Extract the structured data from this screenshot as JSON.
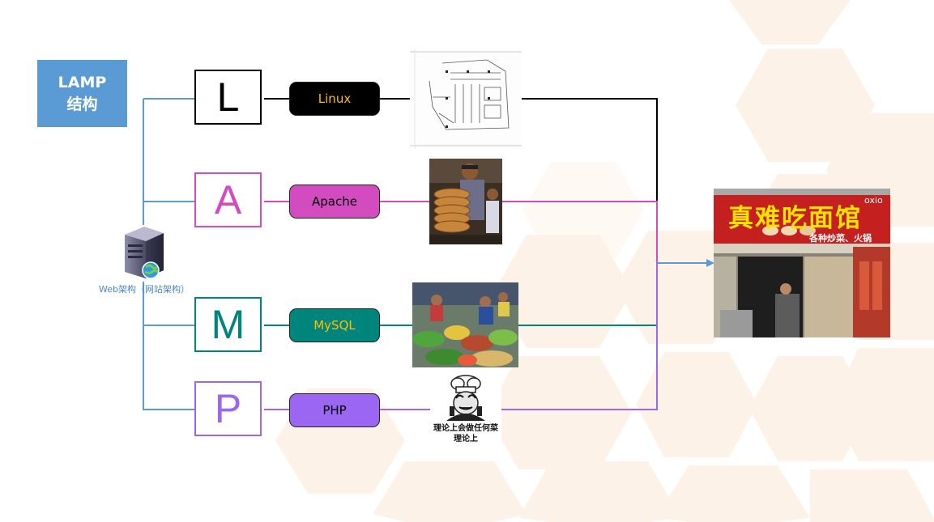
{
  "title": {
    "line1": "LAMP",
    "line2": "结构"
  },
  "server": {
    "caption": "Web架构（网站架构）",
    "icon": "server-globe-icon"
  },
  "rows": [
    {
      "letter": "L",
      "name": "Linux",
      "letter_color": "#000000",
      "pill_bg": "#000000",
      "pill_text_color": "#ffc000",
      "line_color": "#000000",
      "image": "floor-plan-blueprint"
    },
    {
      "letter": "A",
      "name": "Apache",
      "letter_color": "#d24cc0",
      "pill_bg": "#d24cc0",
      "pill_text_color": "#000000",
      "line_color": "#d24cc0",
      "image": "vendor-stacking-flatbread"
    },
    {
      "letter": "M",
      "name": "MySQL",
      "letter_color": "#00857d",
      "pill_bg": "#00857d",
      "pill_text_color": "#ffc000",
      "line_color": "#00857d",
      "image": "vegetable-market"
    },
    {
      "letter": "P",
      "name": "PHP",
      "letter_color": "#9a66f2",
      "pill_bg": "#9a66f2",
      "pill_text_color": "#000000",
      "line_color": "#9a66f2",
      "image": "chef-meme"
    }
  ],
  "meme": {
    "line1": "理论上会做任何菜",
    "line2": "理论上"
  },
  "restaurant": {
    "sign": "真难吃面馆",
    "subtitle": "各种炒菜、火锅",
    "corner": "oxio"
  },
  "colors": {
    "trunk": "#5b9bd5",
    "arrow": "#5b9bd5",
    "title_bg": "#5b9bd5"
  }
}
